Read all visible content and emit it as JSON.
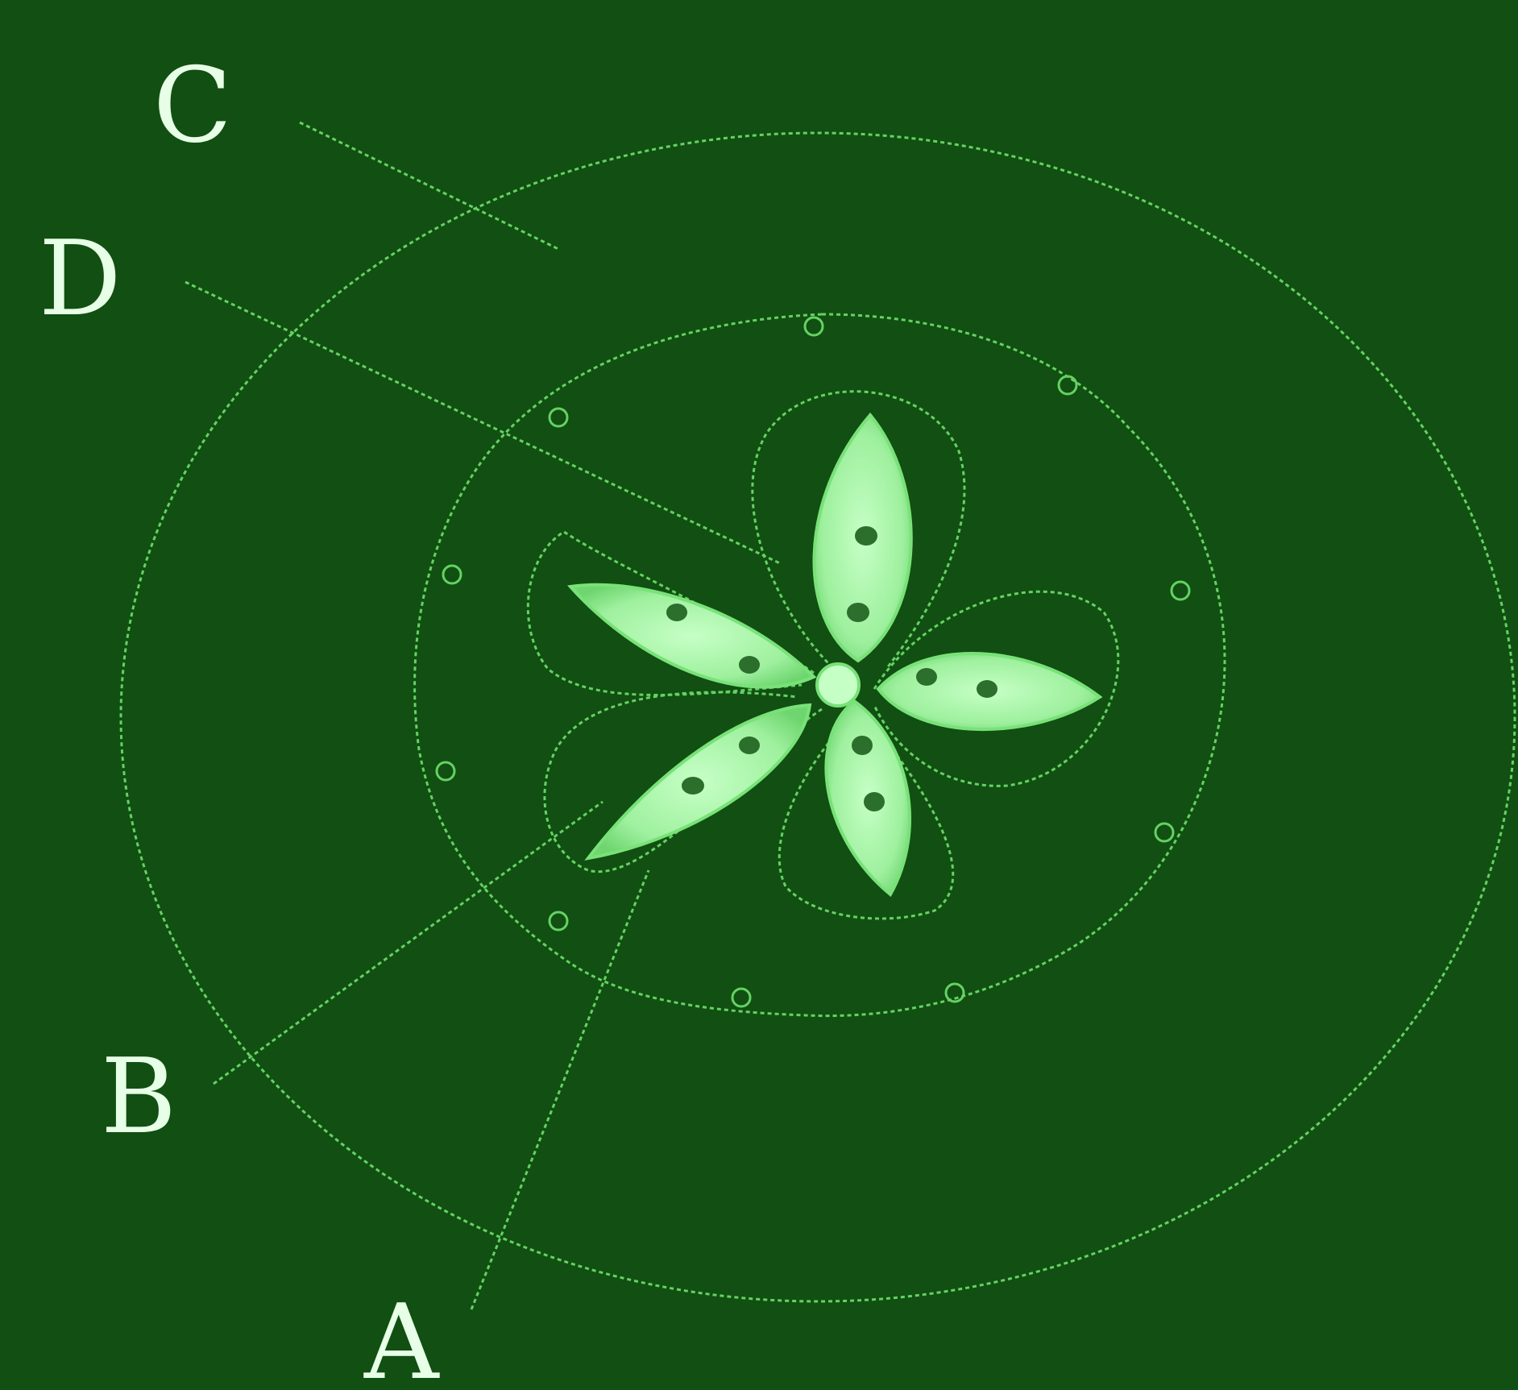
{
  "diagram": {
    "labels": {
      "A": "A",
      "B": "B",
      "C": "C",
      "D": "D"
    },
    "colors": {
      "background": "#124f12",
      "line": "#64d264",
      "petal_fill": "#9ef09e",
      "petal_outline": "#78e278",
      "dot": "#2c6e2c",
      "label_text": "#e6ffe6"
    }
  }
}
